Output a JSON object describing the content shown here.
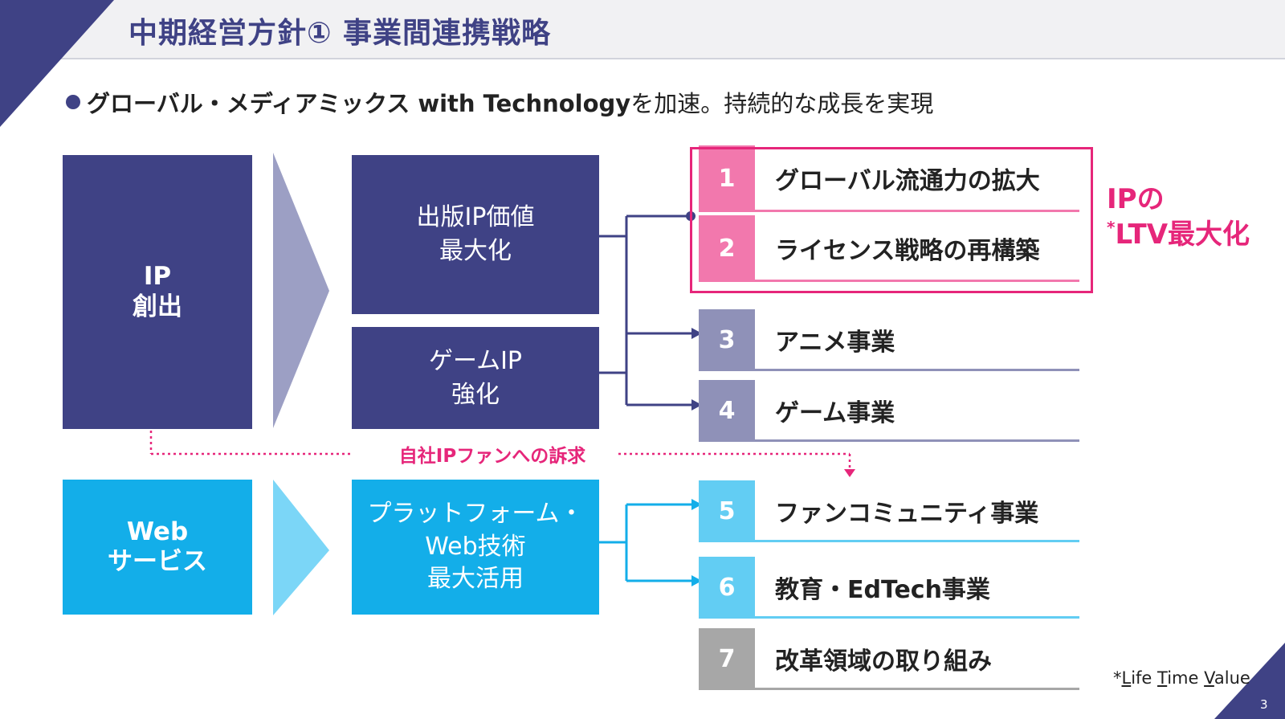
{
  "title": "中期経営方針① 事業間連携戦略",
  "subtitle": {
    "bold": "グローバル・メディアミックス with Technology",
    "rest": "を加速。持続的な成長を実現"
  },
  "left_blocks": {
    "ip": "IP\n創出",
    "web": "Web\nサービス"
  },
  "middle_blocks": {
    "publishing": "出版IP価値\n最大化",
    "game": "ゲームIP\n強化",
    "platform": "プラットフォーム・\nWeb技術\n最大活用"
  },
  "fan_appeal": "自社IPファンへの訴求",
  "items": [
    {
      "num": "1",
      "label": "グローバル流通力の拡大",
      "color": "#f278ad"
    },
    {
      "num": "2",
      "label": "ライセンス戦略の再構築",
      "color": "#f278ad"
    },
    {
      "num": "3",
      "label": "アニメ事業",
      "color": "#8f91b8"
    },
    {
      "num": "4",
      "label": "ゲーム事業",
      "color": "#8f91b8"
    },
    {
      "num": "5",
      "label": "ファンコミュニティ事業",
      "color": "#62cdf3"
    },
    {
      "num": "6",
      "label": "教育・EdTech事業",
      "color": "#62cdf3"
    },
    {
      "num": "7",
      "label": "改革領域の取り組み",
      "color": "#a7a7a7"
    }
  ],
  "ltv_callout": {
    "line1": "IPの",
    "asterisk": "*",
    "line2": "LTV最大化"
  },
  "footnote": {
    "prefix": "*",
    "l": "L",
    "ife": "ife ",
    "t": "T",
    "ime": "ime ",
    "v": "V",
    "alue": "alue"
  },
  "page_number": "3",
  "colors": {
    "navy": "#3f4285",
    "cyan": "#13aee9",
    "pink": "#e6267a",
    "arrow_navy": "#9c9fc4",
    "arrow_cyan": "#7bd6f7"
  }
}
